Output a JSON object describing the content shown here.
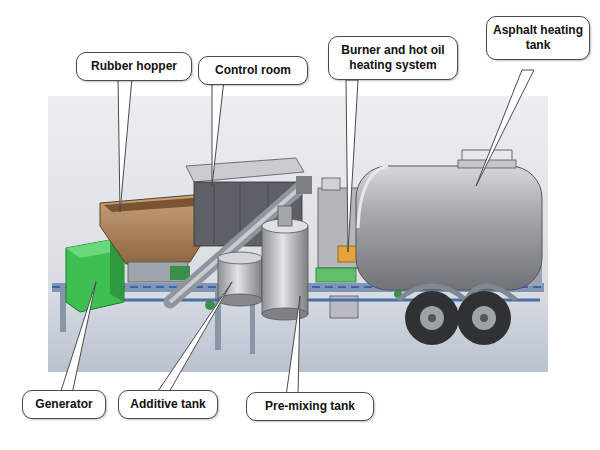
{
  "diagram": {
    "nodes": [
      {
        "text": [
          "Rubber hopper"
        ]
      },
      {
        "text": [
          "Control room"
        ]
      },
      {
        "text": [
          "Burner and hot oil heating system"
        ]
      },
      {
        "text": [
          "Asphalt heating tank"
        ]
      },
      {
        "text": [
          "Generator"
        ]
      },
      {
        "text": [
          "Additive tank"
        ]
      },
      {
        "text": [
          "Pre-mixing tank"
        ]
      }
    ]
  }
}
